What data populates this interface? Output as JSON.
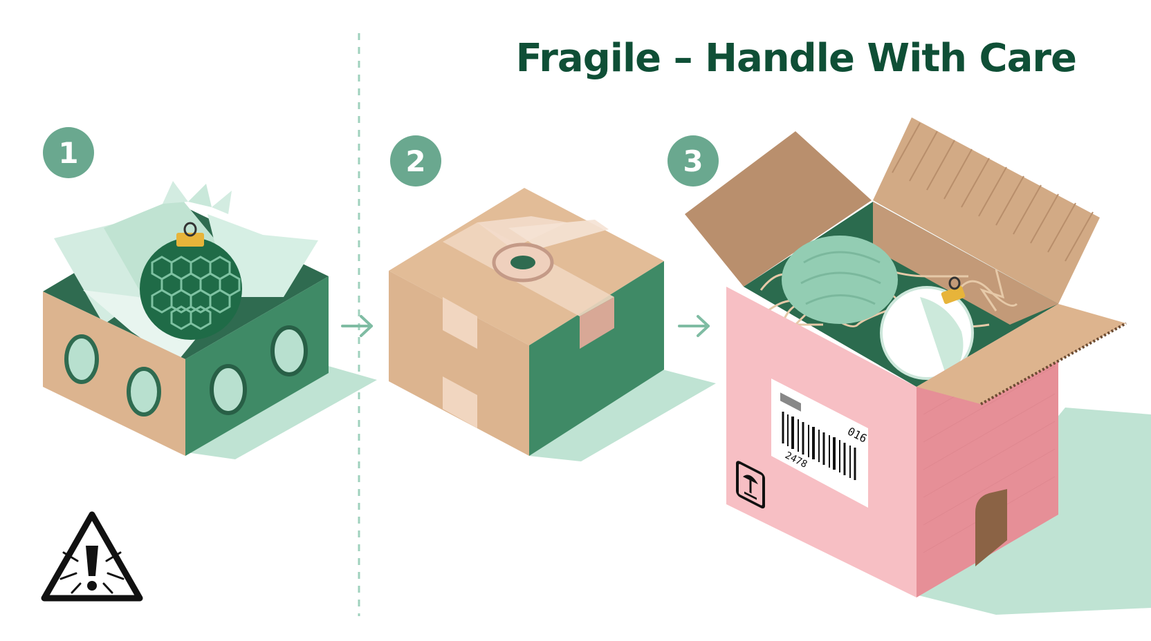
{
  "title": "Fragile – Handle With Care",
  "steps": [
    {
      "number": "1"
    },
    {
      "number": "2"
    },
    {
      "number": "3"
    }
  ],
  "label": {
    "code_top": "016",
    "code_bottom": "2478"
  },
  "icons": {
    "warning": "fragile-warning-triangle-icon",
    "arrow": "arrow-right-icon",
    "this_way_up": "keep-upright-icon"
  },
  "colors": {
    "title": "#0f4f36",
    "badge": "#6aa88f",
    "box_green": "#3f8a66",
    "box_kraft": "#dcb48f",
    "box_pink": "#f7bfc4",
    "shadow_mint": "#bfe3d3"
  }
}
